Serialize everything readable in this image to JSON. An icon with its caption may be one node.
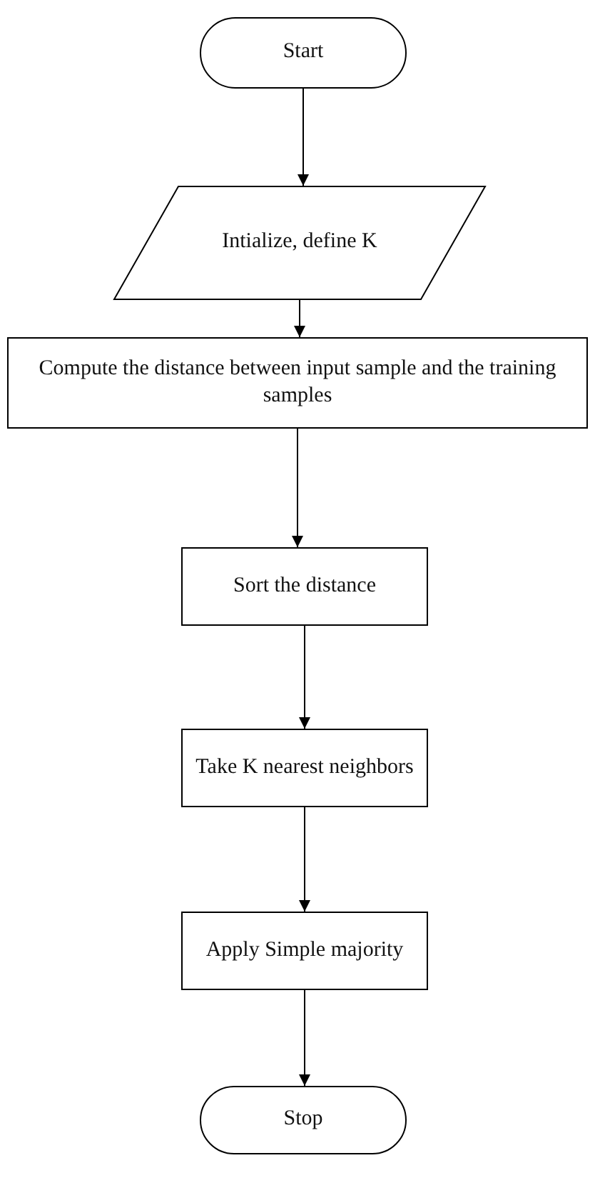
{
  "diagram": {
    "nodes": [
      {
        "text": [
          "Start"
        ]
      },
      {
        "text": [
          "Intialize, define K"
        ]
      },
      {
        "text": [
          "Compute the distance between input sample and the training samples"
        ]
      },
      {
        "text": [
          "Sort the distance"
        ]
      },
      {
        "text": [
          "Take K nearest neighbors"
        ]
      },
      {
        "text": [
          "Apply Simple majority"
        ]
      },
      {
        "text": [
          "Stop"
        ]
      }
    ],
    "edges": [
      {
        "from": 0,
        "to": 1,
        "arrow": "to"
      },
      {
        "from": 1,
        "to": 2,
        "arrow": "to"
      },
      {
        "from": 2,
        "to": 3,
        "arrow": "to"
      },
      {
        "from": 3,
        "to": 4,
        "arrow": "to"
      },
      {
        "from": 4,
        "to": 5,
        "arrow": "to"
      },
      {
        "from": 5,
        "to": 6,
        "arrow": "to"
      }
    ]
  }
}
